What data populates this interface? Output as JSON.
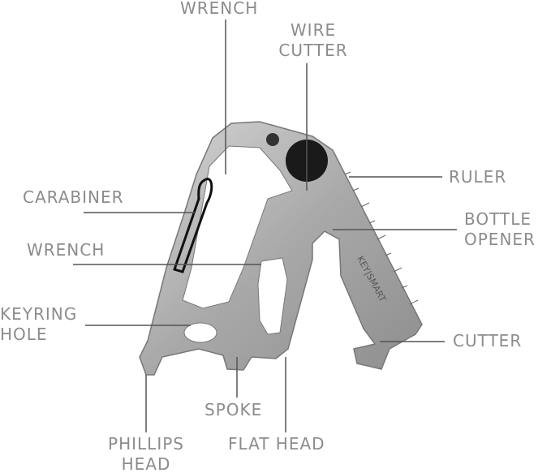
{
  "brand_logo": "KEY|SMART",
  "labels": {
    "wrench_top": "WRENCH",
    "wire_cutter_1": "WIRE",
    "wire_cutter_2": "CUTTER",
    "ruler": "RULER",
    "bottle_opener_1": "BOTTLE",
    "bottle_opener_2": "OPENER",
    "carabiner": "CARABINER",
    "wrench_mid": "WRENCH",
    "keyring_1": "KEYRING",
    "keyring_2": "HOLE",
    "cutter": "CUTTER",
    "spoke": "SPOKE",
    "phillips_1": "PHILLIPS",
    "phillips_2": "HEAD",
    "flat_head": "FLAT HEAD"
  },
  "colors": {
    "label": "#8c8c8c",
    "leader": "#555555",
    "steel": "#b9b9b9"
  }
}
